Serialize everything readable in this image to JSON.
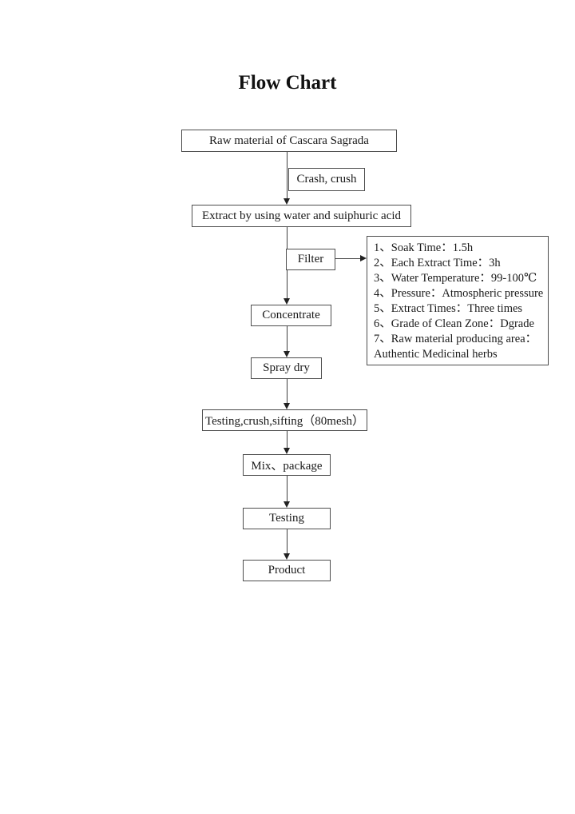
{
  "title": "Flow Chart",
  "flow": {
    "raw_material": "Raw material of Cascara Sagrada",
    "crash_crush": "Crash, crush",
    "extract": "Extract by using water and suiphuric acid",
    "filter": "Filter",
    "concentrate": "Concentrate",
    "spray_dry": "Spray dry",
    "testing_sifting": "Testing,crush,sifting（80mesh）",
    "mix_package": "Mix、package",
    "testing": "Testing",
    "product": "Product"
  },
  "notes": {
    "lines": [
      "1、Soak Time：1.5h",
      "2、Each Extract Time：3h",
      "3、Water Temperature：99-100℃",
      "4、Pressure：Atmospheric pressure",
      "5、Extract Times：Three times",
      "6、Grade of Clean Zone：Dgrade",
      "7、Raw material producing area：",
      "Authentic Medicinal herbs"
    ]
  }
}
